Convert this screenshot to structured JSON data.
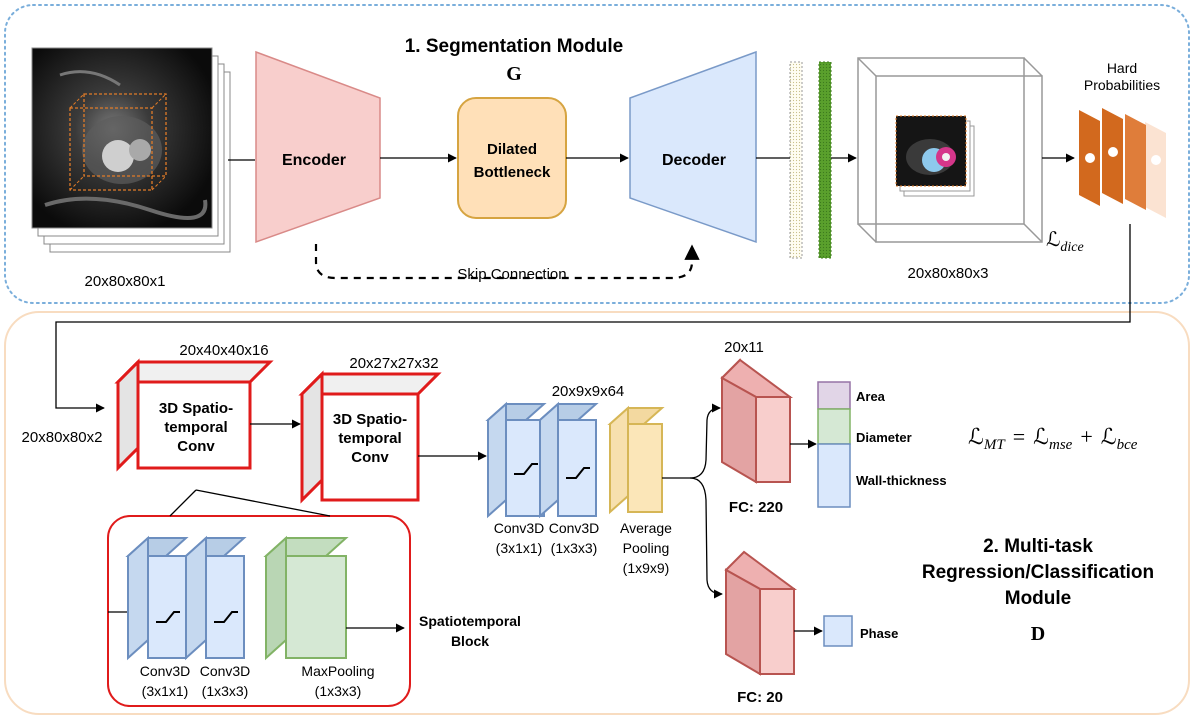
{
  "segmentation_module": {
    "title": "1. Segmentation Module",
    "generator_letter": "G",
    "input_dims": "20x80x80x1",
    "encoder_label": "Encoder",
    "bottleneck_line1": "Dilated",
    "bottleneck_line2": "Bottleneck",
    "decoder_label": "Decoder",
    "skip_connection_label": "Skip Connection",
    "output_dims": "20x80x80x3",
    "hard_prob_line1": "Hard",
    "hard_prob_line2": "Probabilities",
    "loss_symbol": "ℒ",
    "loss_subscript": "dice"
  },
  "multitask_module": {
    "input_dims": "20x80x80x2",
    "block1_dims": "20x40x40x16",
    "block1_line1": "3D Spatio-",
    "block1_line2": "temporal",
    "block1_line3": "Conv",
    "block2_dims": "20x27x27x32",
    "block2_line1": "3D Spatio-",
    "block2_line2": "temporal",
    "block2_line3": "Conv",
    "conv_dims": "20x9x9x64",
    "conv1_line1": "Conv3D",
    "conv1_line2": "(3x1x1)",
    "conv2_line1": "Conv3D",
    "conv2_line2": "(1x3x3)",
    "avgpool_line1": "Average",
    "avgpool_line2": "Pooling",
    "avgpool_line3": "(1x9x9)",
    "fc1_dims": "20x11",
    "fc1_label": "FC: 220",
    "fc2_label": "FC: 20",
    "outputs": [
      "Area",
      "Diameter",
      "Wall-thickness"
    ],
    "phase_label": "Phase",
    "loss_lhs": "ℒ",
    "loss_lhs_sub": "MT",
    "loss_eq": "=",
    "loss_t1": "ℒ",
    "loss_t1_sub": "mse",
    "loss_plus": "+",
    "loss_t2": "ℒ",
    "loss_t2_sub": "bce",
    "title_line1": "2. Multi-task",
    "title_line2": "Regression/Classification",
    "title_line3": "Module",
    "discriminator_letter": "D",
    "st_block": {
      "conv1_line1": "Conv3D",
      "conv1_line2": "(3x1x1)",
      "conv2_line1": "Conv3D",
      "conv2_line2": "(1x3x3)",
      "pool_line1": "MaxPooling",
      "pool_line2": "(1x3x3)",
      "label_line1": "Spatiotemporal",
      "label_line2": "Block"
    }
  },
  "colors": {
    "seg_border": "#7aaedb",
    "mt_border": "#f8dcc0",
    "encoder_fill": "#f8cecc",
    "encoder_stroke": "#d98a88",
    "bottleneck_fill": "#ffe0b8",
    "bottleneck_stroke": "#d6a441",
    "decoder_fill": "#dae8fc",
    "decoder_stroke": "#7a9ac8",
    "red": "#e01b1b",
    "blue_fill": "#c5d8ef",
    "blue_stroke": "#6c8ebf",
    "yellow_fill": "#fbe6b8",
    "yellow_stroke": "#d6b656",
    "green_fill": "#d5e8d4",
    "green_stroke": "#82b366",
    "fc_fill": "#f0b8b8",
    "fc_stroke": "#b85450",
    "orange": "#d2691e",
    "green_bar": "#5aa02c",
    "purple_fill": "#e1d5e7",
    "purple_stroke": "#9673a6"
  }
}
